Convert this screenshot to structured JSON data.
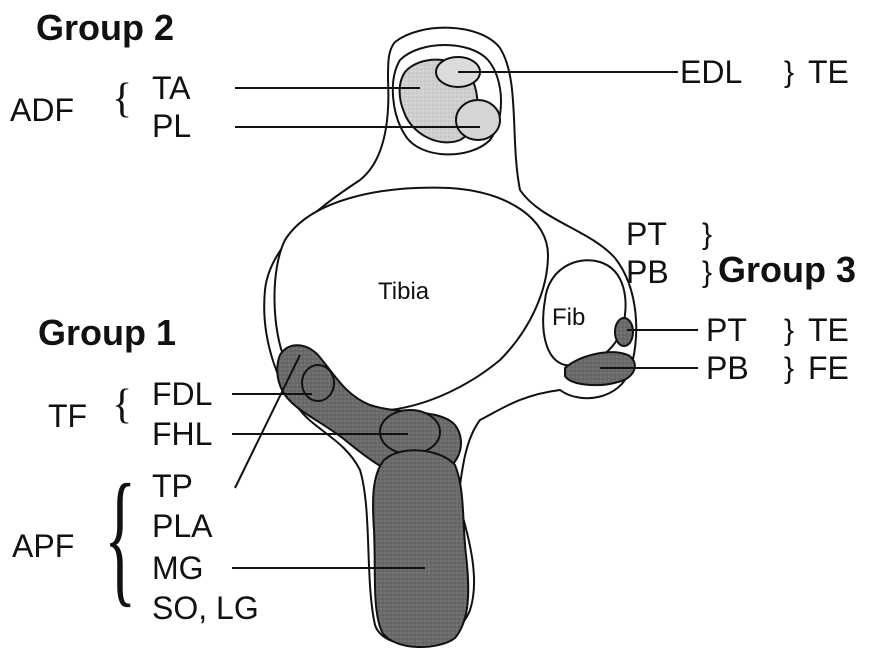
{
  "groups": {
    "group1": "Group 1",
    "group2": "Group 2",
    "group3": "Group 3"
  },
  "compartments": {
    "adf": "ADF",
    "tf": "TF",
    "apf": "APF"
  },
  "muscles": {
    "ta": "TA",
    "pl": "PL",
    "edl": "EDL",
    "fdl": "FDL",
    "fhl": "FHL",
    "tp": "TP",
    "pla": "PLA",
    "mg": "MG",
    "so_lg": "SO, LG",
    "pt_upper": "PT",
    "pb_upper": "PB",
    "pt_lower": "PT",
    "pb_lower": "PB"
  },
  "actions": {
    "edl_te": "TE",
    "pt_te": "TE",
    "pb_fe": "FE"
  },
  "bones": {
    "tibia": "Tibia",
    "fibula": "Fib"
  },
  "colors": {
    "light_muscle": "#d4d4d4",
    "dark_muscle": "#6e6e6e",
    "outline": "#111111"
  }
}
